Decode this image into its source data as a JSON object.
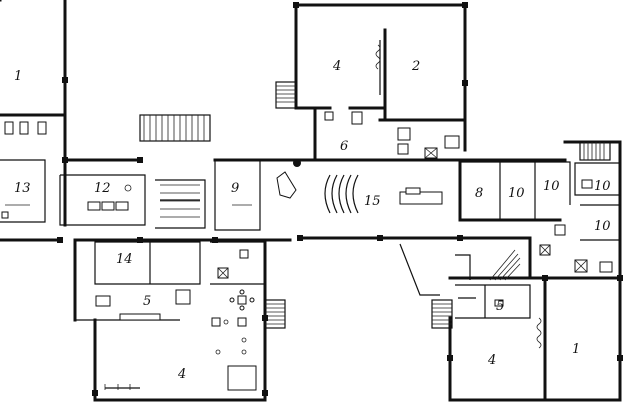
{
  "plan": {
    "rooms": [
      {
        "id": "r1-upper-left",
        "label": "1"
      },
      {
        "id": "r4-upper",
        "label": "4"
      },
      {
        "id": "r2-upper",
        "label": "2"
      },
      {
        "id": "r6",
        "label": "6"
      },
      {
        "id": "r13",
        "label": "13"
      },
      {
        "id": "r12",
        "label": "12"
      },
      {
        "id": "r9",
        "label": "9"
      },
      {
        "id": "r15",
        "label": "15"
      },
      {
        "id": "r8",
        "label": "8"
      },
      {
        "id": "r10-a",
        "label": "10"
      },
      {
        "id": "r10-b",
        "label": "10"
      },
      {
        "id": "r10-c",
        "label": "10"
      },
      {
        "id": "r10-d",
        "label": "10"
      },
      {
        "id": "r14",
        "label": "14"
      },
      {
        "id": "r5-left",
        "label": "5"
      },
      {
        "id": "r5-right",
        "label": "5"
      },
      {
        "id": "r4-lower",
        "label": "4"
      },
      {
        "id": "r1-lower-right",
        "label": "1"
      },
      {
        "id": "r4-hall",
        "label": "4"
      }
    ]
  }
}
